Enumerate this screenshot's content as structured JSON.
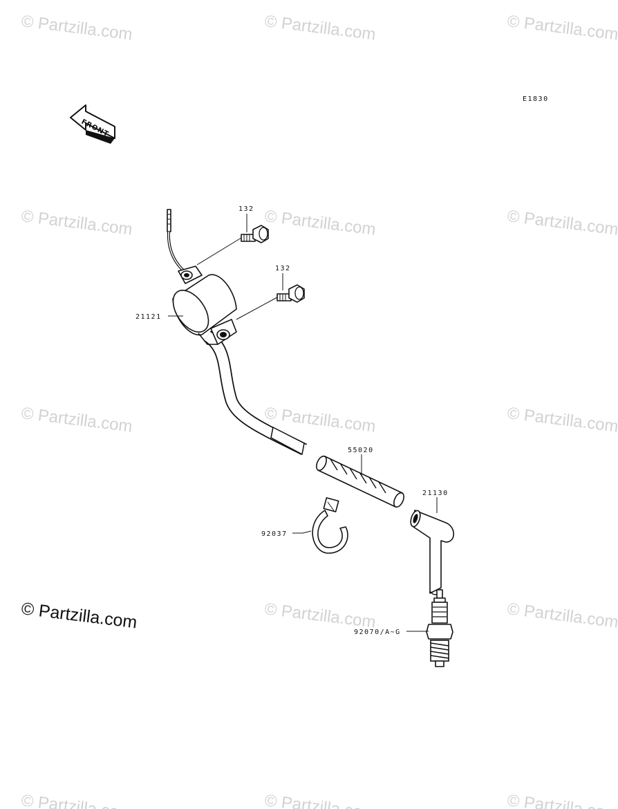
{
  "diagram_code": "E1830",
  "front_label": "FRONT",
  "watermark": "© Partzilla.com",
  "parts": {
    "bolt_upper": "132",
    "bolt_lower": "132",
    "ignition_coil": "21121",
    "tube": "55020",
    "plug_cap": "21130",
    "band": "92037",
    "spark_plug": "92070/A~G"
  }
}
